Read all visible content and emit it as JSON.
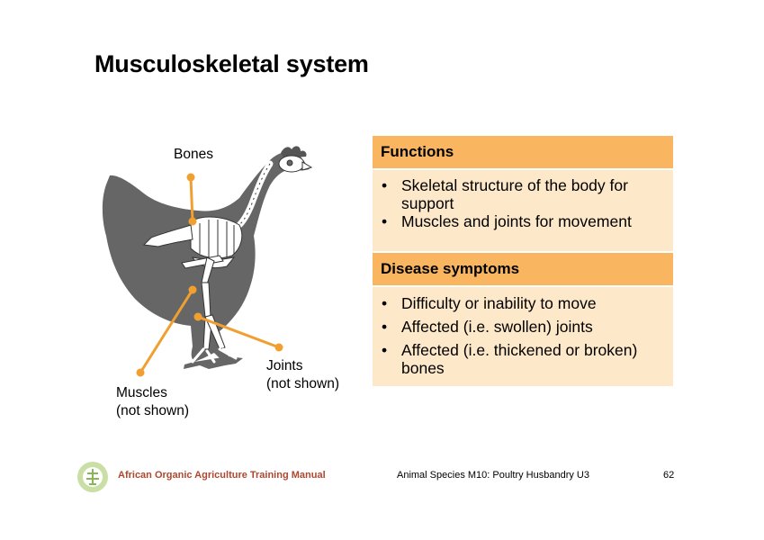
{
  "title": "Musculoskeletal system",
  "figure": {
    "labels": {
      "bones": "Bones",
      "joints_line1": "Joints",
      "joints_line2": "(not shown)",
      "muscles_line1": "Muscles",
      "muscles_line2": "(not shown)"
    },
    "colors": {
      "silhouette": "#666666",
      "skeleton": "#ffffff",
      "comb": "#555555",
      "callout": "#f0a030"
    }
  },
  "panels": {
    "functions": {
      "heading": "Functions",
      "items": [
        "Skeletal structure of the body for support",
        "Muscles and joints for movement"
      ]
    },
    "symptoms": {
      "heading": "Disease symptoms",
      "items": [
        "Difficulty or inability to move",
        "Affected (i.e. swollen) joints",
        "Affected (i.e. thickened or broken) bones"
      ]
    },
    "colors": {
      "heading": "#f9b55f",
      "body": "#fde8c9"
    }
  },
  "footer": {
    "manual": "African Organic Agriculture Training Manual",
    "module": "Animal Species M10: Poultry Husbandry U3",
    "page": "62",
    "logo_icon": "sunflower-logo-icon",
    "manual_color": "#b0462d"
  }
}
